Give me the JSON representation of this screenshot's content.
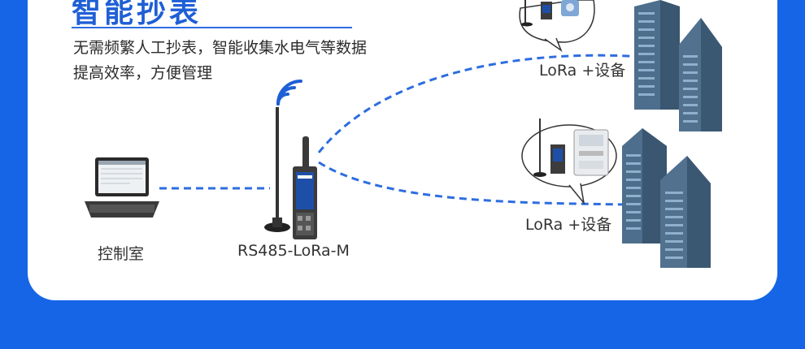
{
  "heading": {
    "title": "智能抄表",
    "line1": "无需频繁人工抄表，智能收集水电气等数据",
    "line2": "提高效率，方便管理"
  },
  "nodes": {
    "control_room": "控制室",
    "gateway": "RS485-LoRa-M",
    "device_top": "LoRa +设备",
    "device_bottom": "LoRa +设备"
  },
  "colors": {
    "brand_blue": "#1565e6",
    "link_dash": "#2d6de0",
    "building": "#4d6e8c"
  }
}
